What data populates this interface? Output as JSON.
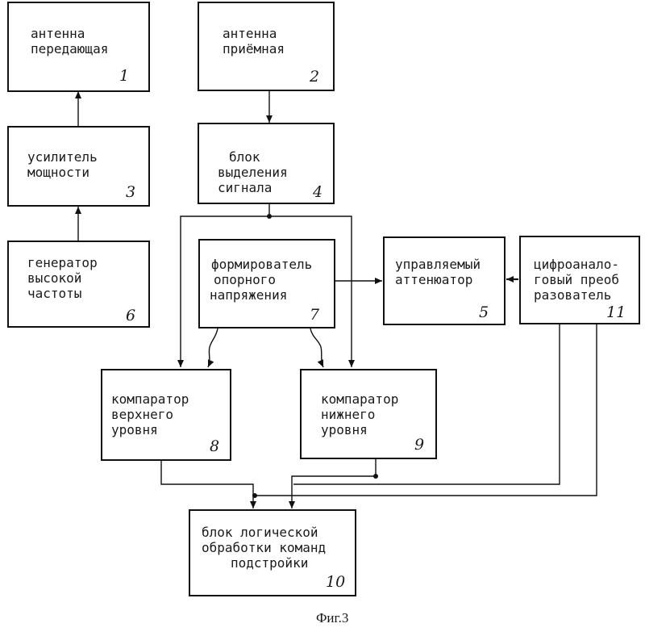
{
  "blocks": {
    "b1": {
      "lines": [
        "антенна",
        "передающая"
      ],
      "number": "1"
    },
    "b2": {
      "lines": [
        "антенна",
        "приёмная"
      ],
      "number": "2"
    },
    "b3": {
      "lines": [
        "усилитель",
        "мощности"
      ],
      "number": "3"
    },
    "b4": {
      "lines": [
        "блок",
        "выделения",
        "сигнала"
      ],
      "number": "4"
    },
    "b5": {
      "lines": [
        "управляемый",
        "аттенюатор"
      ],
      "number": "5"
    },
    "b6": {
      "lines": [
        "генератор",
        "высокой",
        "частоты"
      ],
      "number": "6"
    },
    "b7": {
      "lines": [
        "формирователь",
        "опорного",
        "напряжения"
      ],
      "number": "7"
    },
    "b8": {
      "lines": [
        "компаратор",
        "верхнего",
        "уровня"
      ],
      "number": "8"
    },
    "b9": {
      "lines": [
        "компаратор",
        "нижнего",
        "уровня"
      ],
      "number": "9"
    },
    "b10": {
      "lines": [
        "блок логической",
        "обработки команд",
        "подстройки"
      ],
      "number": "10"
    },
    "b11": {
      "lines": [
        "цифроанало-",
        "говый преоб",
        "разователь"
      ],
      "number": "11"
    }
  },
  "caption": "Фиг.3"
}
